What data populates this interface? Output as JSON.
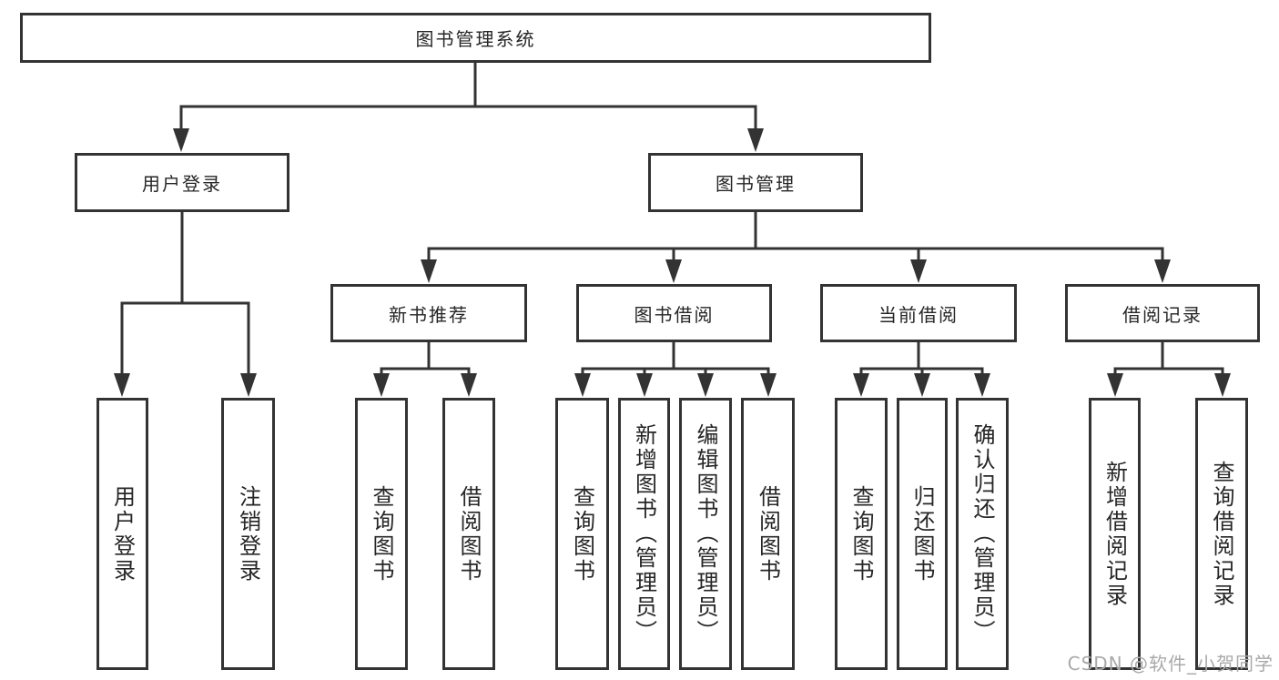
{
  "diagram_type": "tree",
  "colors": {
    "line": "#333333",
    "border": "#333333",
    "text": "#262626",
    "background": "#ffffff",
    "watermark": "#a9a9a9"
  },
  "tree": {
    "label": "图书管理系统",
    "children": [
      {
        "label": "用户登录",
        "children": [
          {
            "label": "用户登录"
          },
          {
            "label": "注销登录"
          }
        ]
      },
      {
        "label": "图书管理",
        "children": [
          {
            "label": "新书推荐",
            "children": [
              {
                "label": "查询图书"
              },
              {
                "label": "借阅图书"
              }
            ]
          },
          {
            "label": "图书借阅",
            "children": [
              {
                "label": "查询图书"
              },
              {
                "label": "新增图书（管理员）"
              },
              {
                "label": "编辑图书（管理员）"
              },
              {
                "label": "借阅图书"
              }
            ]
          },
          {
            "label": "当前借阅",
            "children": [
              {
                "label": "查询图书"
              },
              {
                "label": "归还图书"
              },
              {
                "label": "确认归还（管理员）"
              }
            ]
          },
          {
            "label": "借阅记录",
            "children": [
              {
                "label": "新增借阅记录"
              },
              {
                "label": "查询借阅记录"
              }
            ]
          }
        ]
      }
    ]
  },
  "watermark": "CSDN @软件_小贺同学"
}
